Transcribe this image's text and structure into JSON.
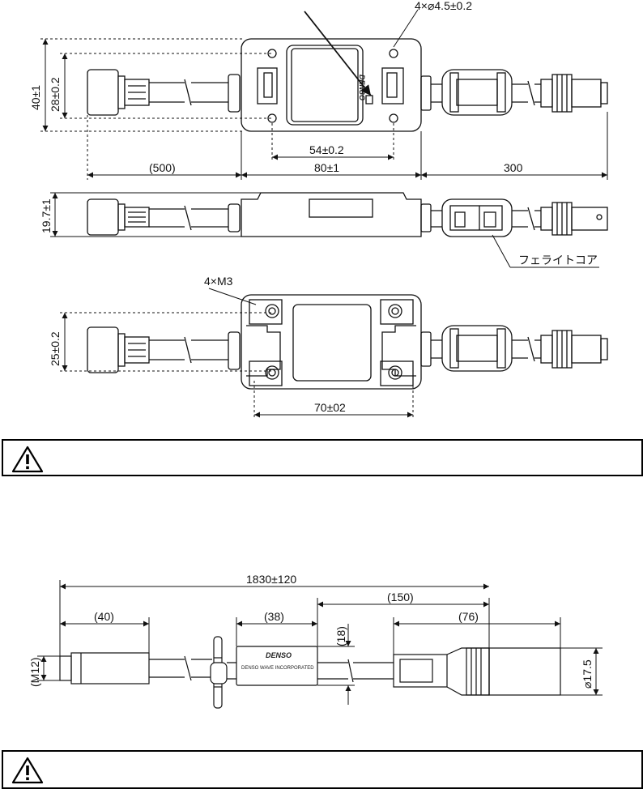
{
  "top_diagram": {
    "hole_spec": "4×⌀4.5±0.2",
    "height_total": "40±1",
    "height_holes": "28±0.2",
    "hole_pitch": "54±0.2",
    "len_left_cable": "(500)",
    "len_body": "80±1",
    "len_right_cable": "300",
    "logo": "DENSO"
  },
  "side_diagram": {
    "thickness": "19.7±1",
    "ferrite_label": "フェライトコア"
  },
  "bottom_diagram": {
    "screw_spec": "4×M3",
    "height_holes": "25±0.2",
    "hole_pitch": "70±02"
  },
  "lower_diagram": {
    "total_len": "1830±120",
    "len_left": "(40)",
    "len_body": "(38)",
    "len_mid": "(150)",
    "len_right": "(76)",
    "body_height": "(18)",
    "thread": "(M12)",
    "diameter": "⌀17.5",
    "body_logo": "DENSO",
    "body_text": "DENSO WAVE INCORPORATED"
  }
}
